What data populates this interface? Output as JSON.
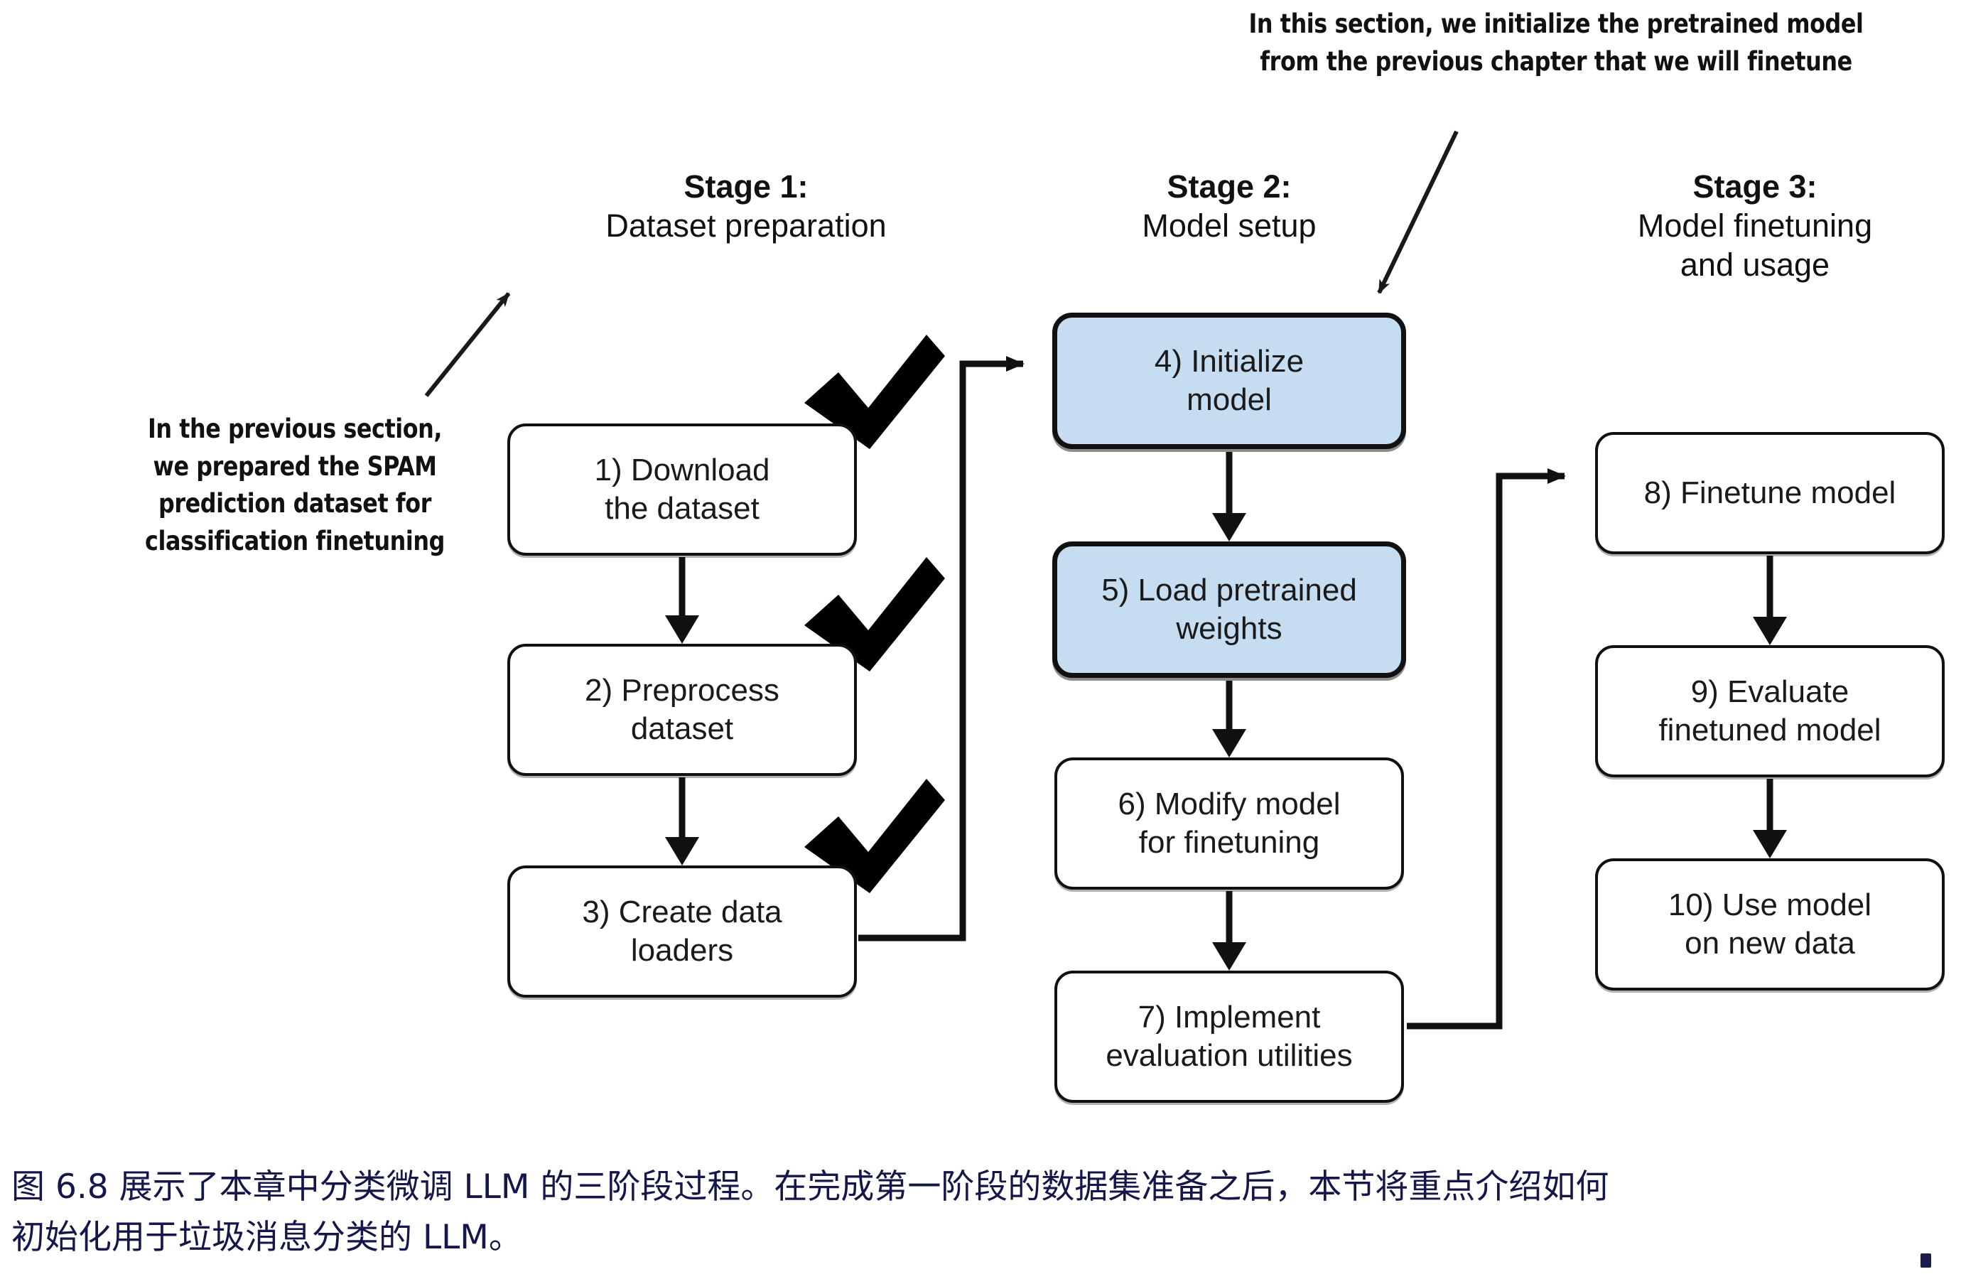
{
  "annotations": {
    "left": {
      "lines": [
        "In the previous section,",
        "we prepared the SPAM",
        "prediction dataset for",
        "classification finetuning"
      ]
    },
    "right": {
      "lines": [
        "In this section, we initialize the pretrained model",
        "from the previous chapter that we will finetune"
      ]
    }
  },
  "stages": [
    {
      "title": "Stage 1:",
      "subtitle": "Dataset preparation"
    },
    {
      "title": "Stage 2:",
      "subtitle": "Model setup"
    },
    {
      "title": "Stage 3:",
      "subtitle": "Model finetuning\nand usage"
    }
  ],
  "stage3_subtitle_lines": [
    "Model finetuning",
    "and usage"
  ],
  "nodes": [
    {
      "id": 1,
      "lines": [
        "1) Download",
        "the dataset"
      ],
      "highlight": false,
      "checked": true,
      "stage": 1
    },
    {
      "id": 2,
      "lines": [
        "2) Preprocess",
        "dataset"
      ],
      "highlight": false,
      "checked": true,
      "stage": 1
    },
    {
      "id": 3,
      "lines": [
        "3) Create data",
        "loaders"
      ],
      "highlight": false,
      "checked": true,
      "stage": 1
    },
    {
      "id": 4,
      "lines": [
        "4) Initialize",
        "model"
      ],
      "highlight": true,
      "checked": false,
      "stage": 2
    },
    {
      "id": 5,
      "lines": [
        "5) Load pretrained",
        "weights"
      ],
      "highlight": true,
      "checked": false,
      "stage": 2
    },
    {
      "id": 6,
      "lines": [
        "6) Modify model",
        "for finetuning"
      ],
      "highlight": false,
      "checked": false,
      "stage": 2
    },
    {
      "id": 7,
      "lines": [
        "7) Implement",
        "evaluation utilities"
      ],
      "highlight": false,
      "checked": false,
      "stage": 2
    },
    {
      "id": 8,
      "lines": [
        "8) Finetune model"
      ],
      "highlight": false,
      "checked": false,
      "stage": 3
    },
    {
      "id": 9,
      "lines": [
        "9) Evaluate",
        "finetuned model"
      ],
      "highlight": false,
      "checked": false,
      "stage": 3
    },
    {
      "id": 10,
      "lines": [
        "10) Use model",
        "on new data"
      ],
      "highlight": false,
      "checked": false,
      "stage": 3
    }
  ],
  "caption": {
    "line1": "图 6.8 展示了本章中分类微调 LLM 的三阶段过程。在完成第一阶段的数据集准备之后，本节将重点介绍如何",
    "line2": "初始化用于垃圾消息分类的 LLM。"
  },
  "colors": {
    "highlight_fill": "#c6dcf1",
    "stroke": "#111111",
    "caption_text": "#15164a",
    "background": "#ffffff"
  }
}
